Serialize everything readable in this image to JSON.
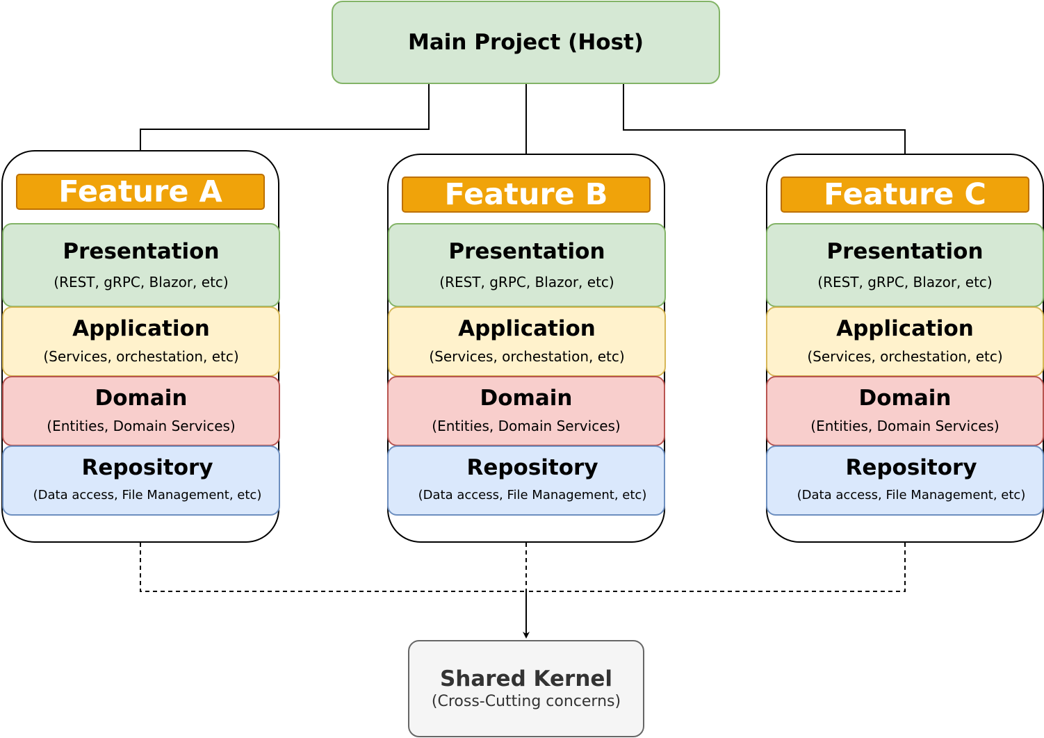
{
  "host": {
    "title": "Main Project (Host)"
  },
  "features": [
    {
      "name": "Feature A",
      "layers": {
        "presentation": {
          "title": "Presentation",
          "subtitle": "(REST, gRPC, Blazor, etc)"
        },
        "application": {
          "title": "Application",
          "subtitle": "(Services, orchestation, etc)"
        },
        "domain": {
          "title": "Domain",
          "subtitle": "(Entities, Domain Services)"
        },
        "repository": {
          "title": "Repository",
          "subtitle": "(Data access, File Management, etc)"
        }
      }
    },
    {
      "name": "Feature B",
      "layers": {
        "presentation": {
          "title": "Presentation",
          "subtitle": "(REST, gRPC, Blazor, etc)"
        },
        "application": {
          "title": "Application",
          "subtitle": "(Services, orchestation, etc)"
        },
        "domain": {
          "title": "Domain",
          "subtitle": "(Entities, Domain Services)"
        },
        "repository": {
          "title": "Repository",
          "subtitle": "(Data access, File Management, etc)"
        }
      }
    },
    {
      "name": "Feature C",
      "layers": {
        "presentation": {
          "title": "Presentation",
          "subtitle": "(REST, gRPC, Blazor, etc)"
        },
        "application": {
          "title": "Application",
          "subtitle": "(Services, orchestation, etc)"
        },
        "domain": {
          "title": "Domain",
          "subtitle": "(Entities, Domain Services)"
        },
        "repository": {
          "title": "Repository",
          "subtitle": "(Data access, File Management, etc)"
        }
      }
    }
  ],
  "kernel": {
    "title": "Shared Kernel",
    "subtitle": "(Cross-Cutting concerns)"
  },
  "colors": {
    "host_fill": "#d5e8d4",
    "host_stroke": "#82b366",
    "feature_header_fill": "#f0a30a",
    "feature_header_stroke": "#bd7000",
    "presentation_fill": "#d5e8d4",
    "application_fill": "#fff2cc",
    "domain_fill": "#f8cecc",
    "repository_fill": "#dae8fc",
    "kernel_fill": "#f5f5f5",
    "kernel_stroke": "#666666"
  }
}
